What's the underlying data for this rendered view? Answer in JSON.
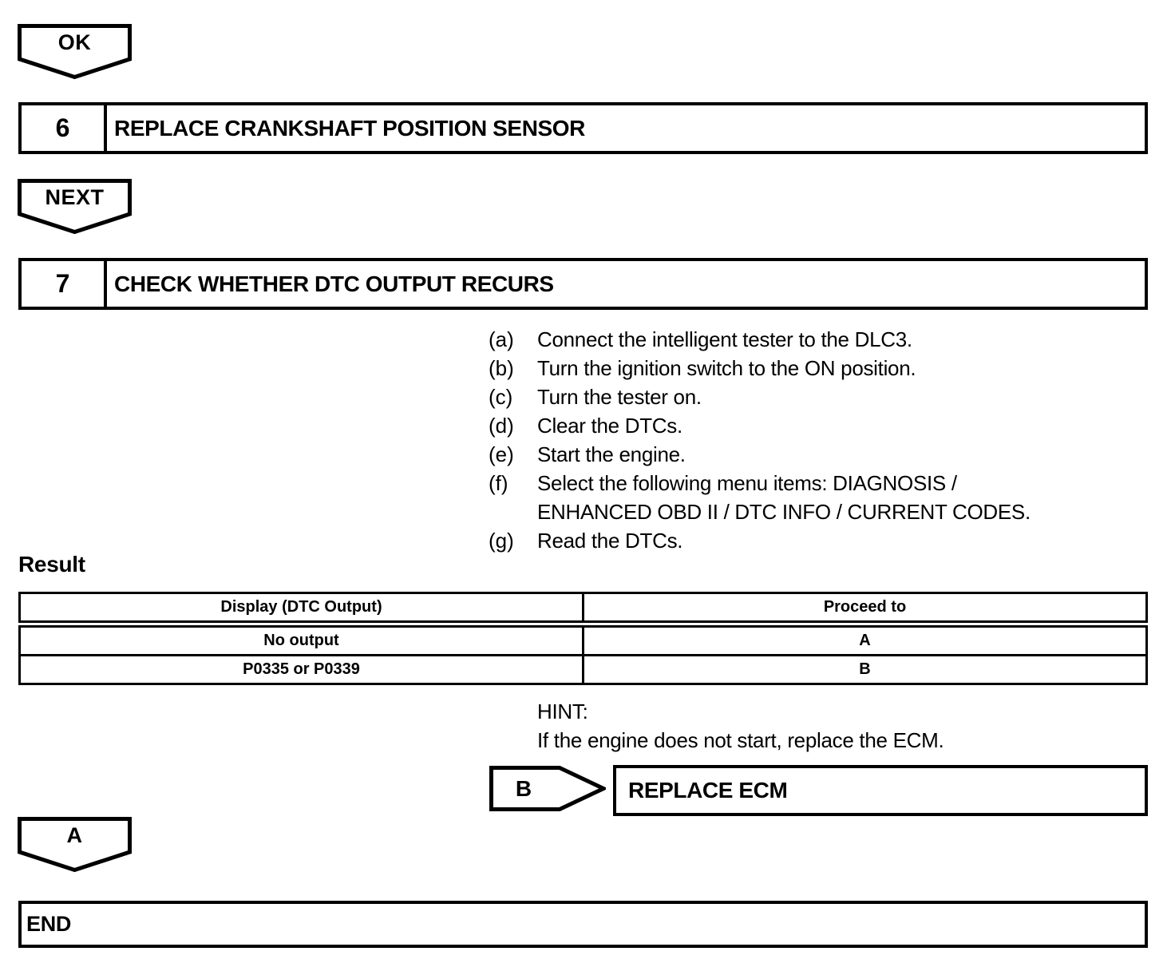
{
  "colors": {
    "ink": "#000000",
    "paper": "#ffffff"
  },
  "connectors": {
    "ok": {
      "label": "OK"
    },
    "next": {
      "label": "NEXT"
    },
    "a": {
      "label": "A"
    },
    "b": {
      "label": "B"
    }
  },
  "steps": {
    "step6": {
      "number": "6",
      "title": "REPLACE CRANKSHAFT POSITION SENSOR"
    },
    "step7": {
      "number": "7",
      "title": "CHECK WHETHER DTC OUTPUT RECURS"
    }
  },
  "procedure": [
    {
      "label": "(a)",
      "text": "Connect the intelligent tester to the DLC3."
    },
    {
      "label": "(b)",
      "text": "Turn the ignition switch to the ON position."
    },
    {
      "label": "(c)",
      "text": "Turn the tester on."
    },
    {
      "label": "(d)",
      "text": "Clear the DTCs."
    },
    {
      "label": "(e)",
      "text": "Start the engine."
    },
    {
      "label": "(f)",
      "text": "Select the following menu items: DIAGNOSIS /\nENHANCED OBD II / DTC INFO / CURRENT CODES."
    },
    {
      "label": "(g)",
      "text": "Read the DTCs."
    }
  ],
  "result": {
    "heading": "Result",
    "table": {
      "col1_header": "Display (DTC Output)",
      "col2_header": "Proceed to",
      "rows": [
        {
          "display": "No output",
          "proceed": "A"
        },
        {
          "display": "P0335 or P0339",
          "proceed": "B"
        }
      ]
    }
  },
  "hint": {
    "label": "HINT:",
    "text": "If the engine does not start, replace the ECM."
  },
  "replace_ecm": {
    "title": "REPLACE ECM"
  },
  "end": {
    "title": "END"
  }
}
